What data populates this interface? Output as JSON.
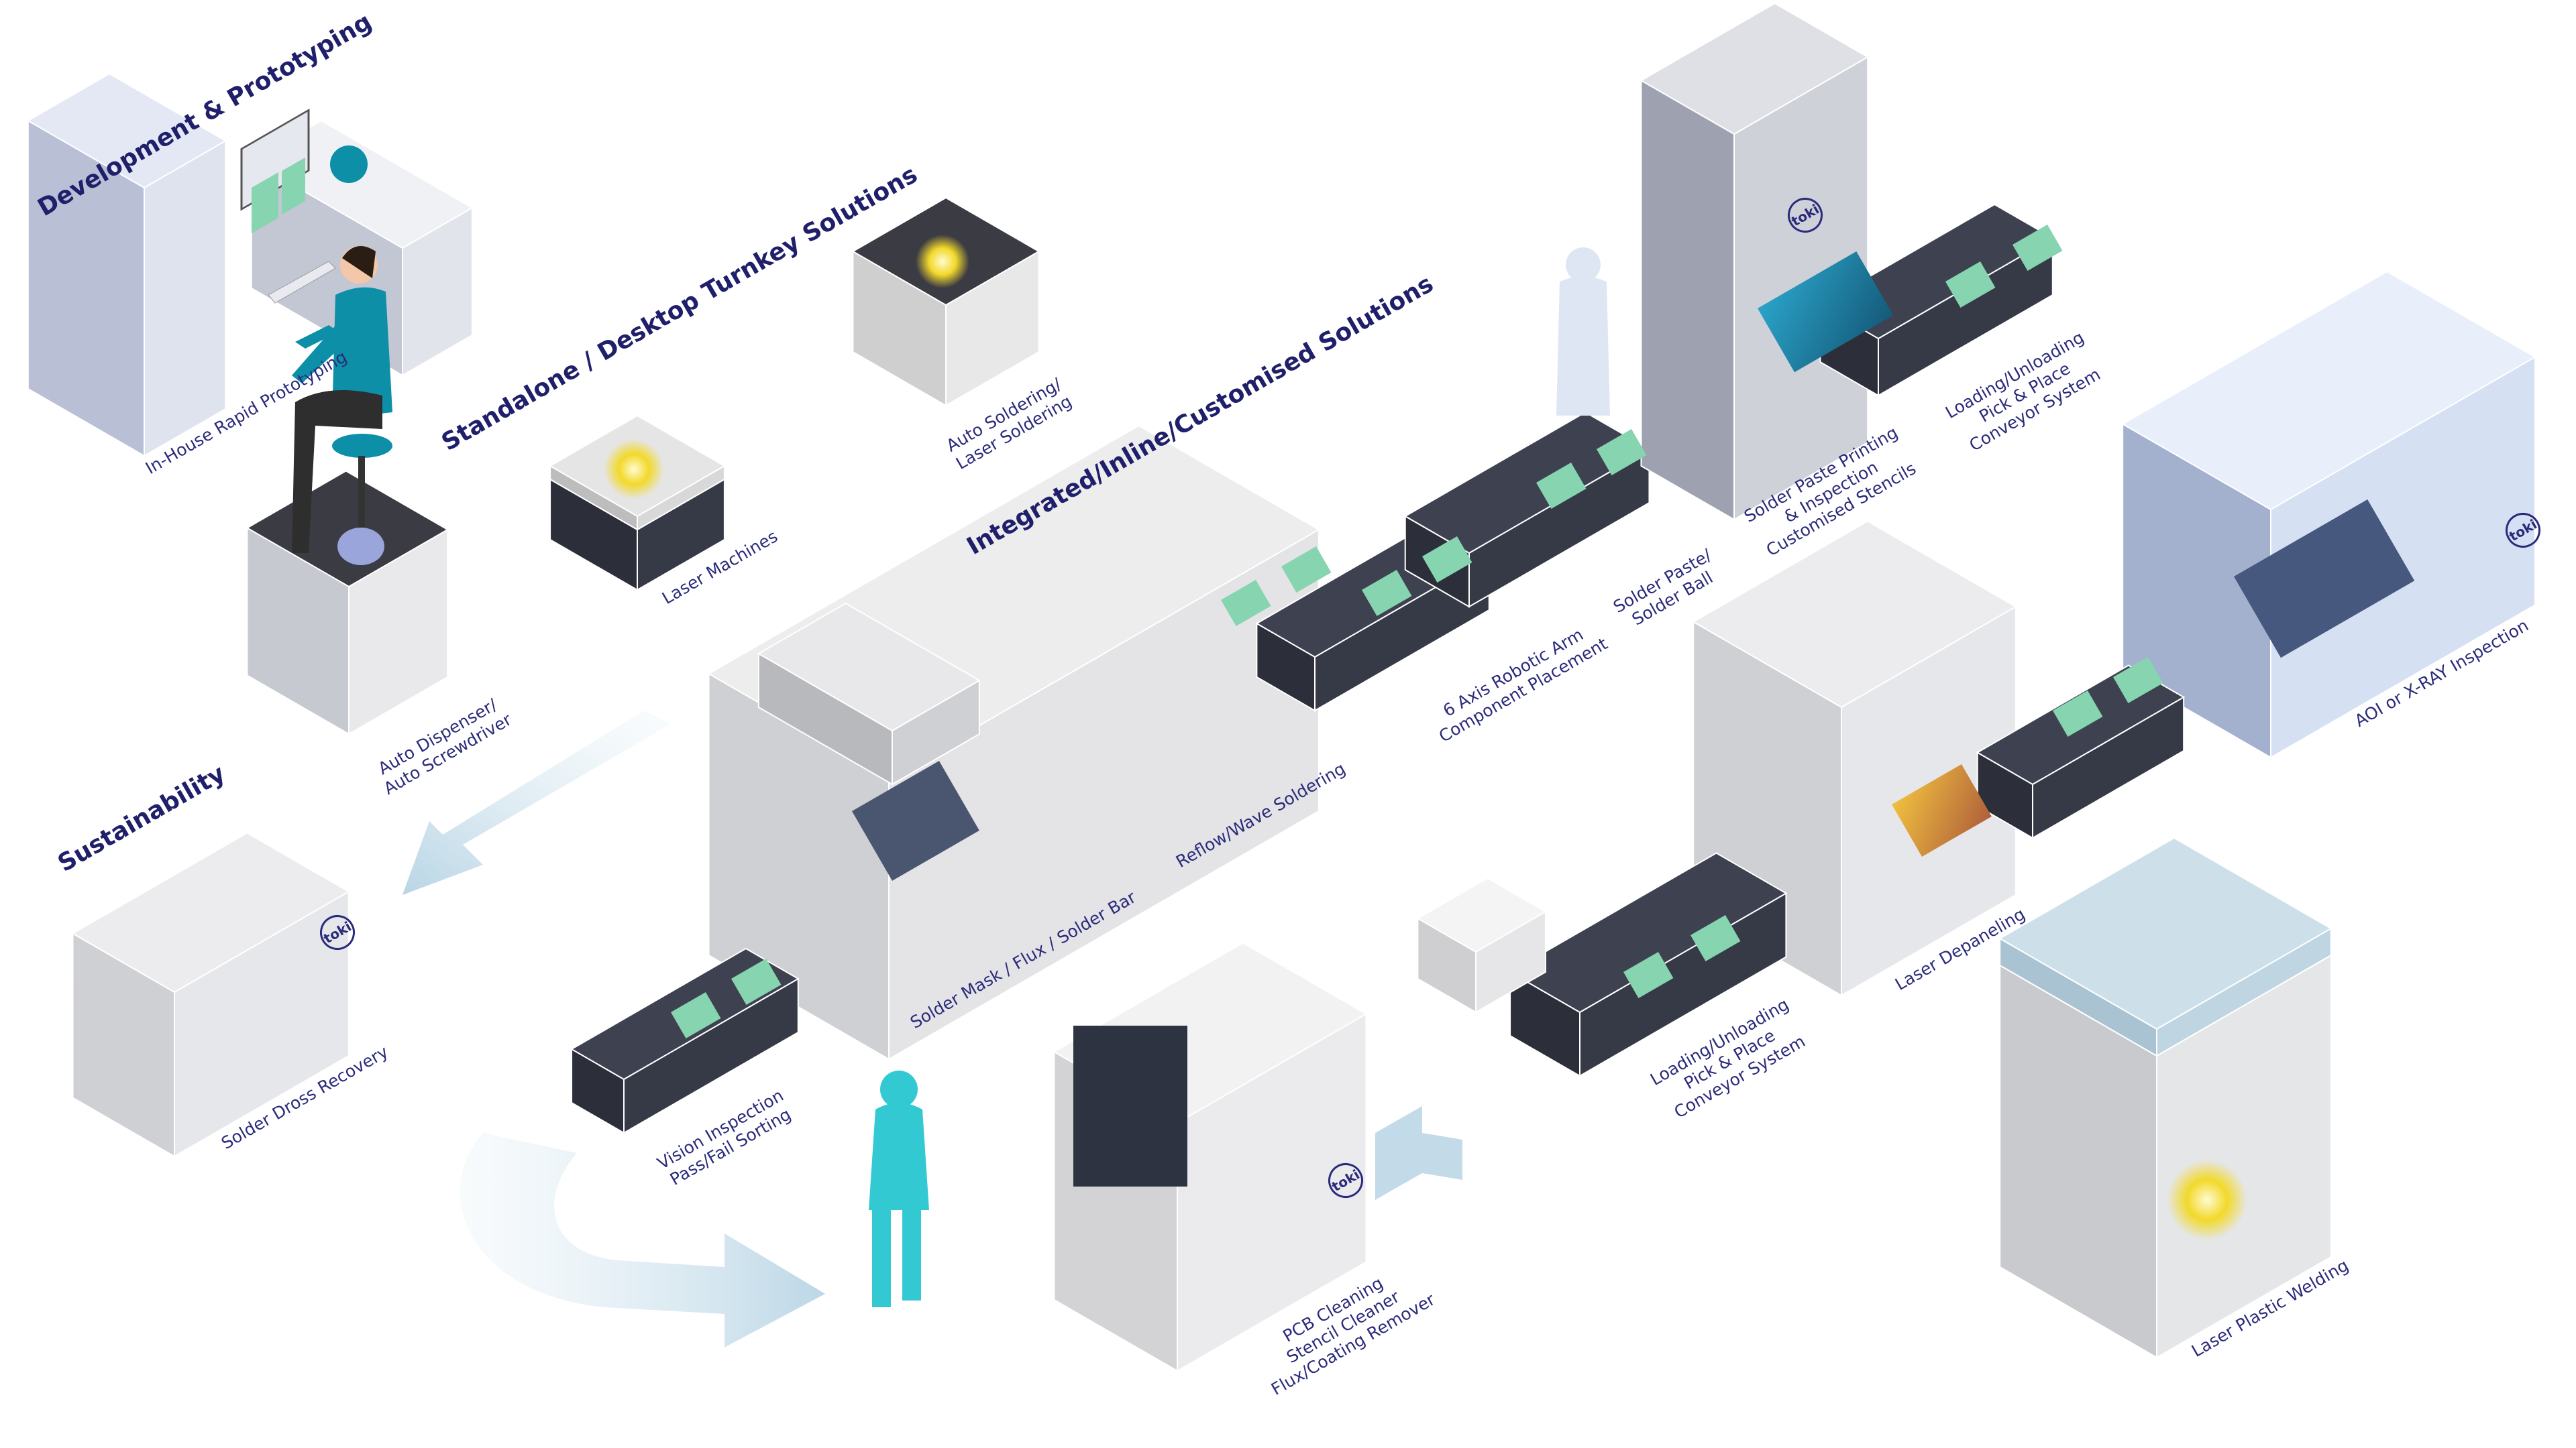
{
  "brand": {
    "logo_text": "toki",
    "navy": "#1f1f6b",
    "teal": "#0e8fa8",
    "pcb_green": "#86d4b0",
    "conveyor_dark": "#363a47",
    "arrow_blue": "#cfe3ee"
  },
  "sections": {
    "development": "Development & Prototyping",
    "standalone": "Standalone / Desktop Turnkey Solutions",
    "integrated": "Integrated/Inline/Customised Solutions",
    "sustainability": "Sustainability"
  },
  "labels": {
    "rapid_prototyping": [
      "In-House Rapid Prototyping"
    ],
    "auto_soldering": [
      "Auto Soldering/",
      "Laser Soldering"
    ],
    "laser_machines": [
      "Laser Machines"
    ],
    "auto_dispenser": [
      "Auto Dispenser/",
      "Auto Screwdriver"
    ],
    "solder_dross": [
      "Solder Dross Recovery"
    ],
    "vision_inspection": [
      "Vision Inspection",
      "Pass/Fail Sorting"
    ],
    "solder_mask": [
      "Solder Mask / Flux / Solder Bar"
    ],
    "reflow": [
      "Reflow/Wave Soldering"
    ],
    "robotic_arm": [
      "6 Axis Robotic Arm",
      "Component Placement"
    ],
    "solder_paste": [
      "Solder Paste/",
      "Solder Ball"
    ],
    "paste_printing": [
      "Solder Paste Printing",
      "& Inspection",
      "Customised Stencils"
    ],
    "loading_top": [
      "Loading/Unloading",
      "Pick & Place",
      "Conveyor System"
    ],
    "aoi": [
      "AOI or X-RAY Inspection"
    ],
    "laser_depaneling": [
      "Laser Depaneling"
    ],
    "loading_bottom": [
      "Loading/Unloading",
      "Pick & Place",
      "Conveyor System"
    ],
    "pcb_cleaning": [
      "PCB Cleaning",
      "Stencil Cleaner",
      "Flux/Coating Remover"
    ],
    "laser_welding": [
      "Laser Plastic Welding"
    ]
  }
}
